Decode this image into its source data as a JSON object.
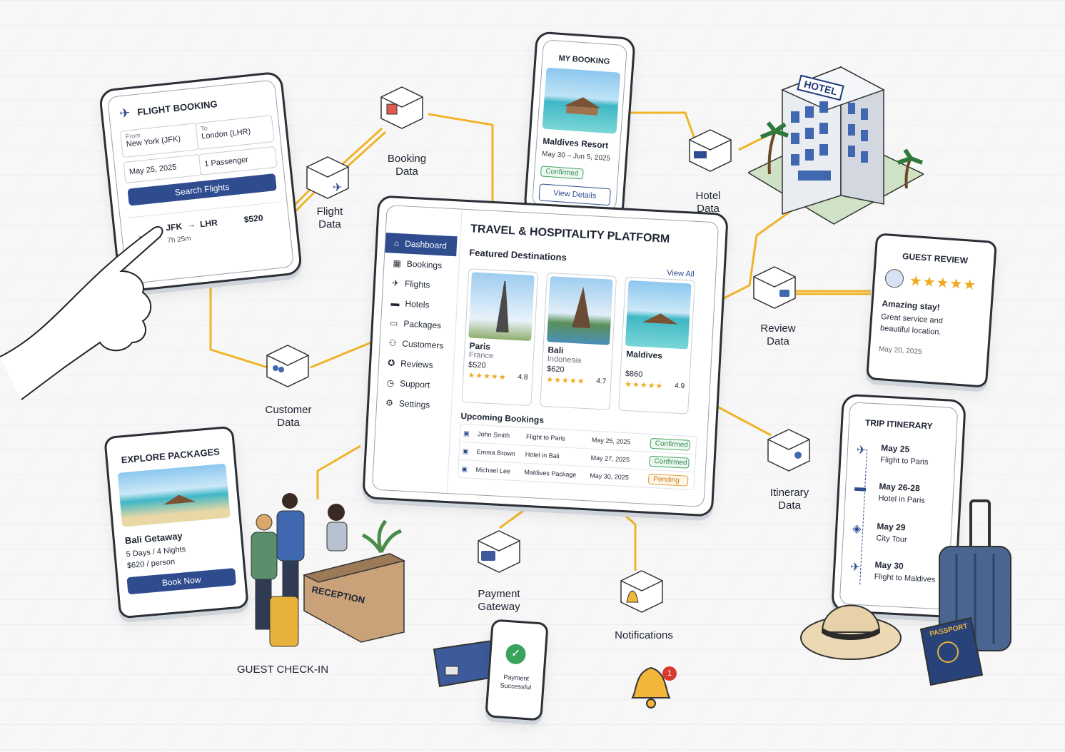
{
  "flight_booking": {
    "title": "FLIGHT BOOKING",
    "from_label": "From",
    "from_value": "New York (JFK)",
    "to_label": "To",
    "to_value": "London (LHR)",
    "date": "May 25, 2025",
    "passengers": "1 Passenger",
    "search_button": "Search Flights",
    "result_route_from": "JFK",
    "result_route_to": "LHR",
    "result_price": "$520",
    "result_duration": "7h 25m"
  },
  "my_booking": {
    "title": "MY BOOKING",
    "hotel": "Maldives Resort",
    "dates": "May 30 – Jun 5, 2025",
    "status": "Confirmed",
    "button": "View Details"
  },
  "hotel_sign": "HOTEL",
  "guest_review": {
    "title": "GUEST REVIEW",
    "stars": "★★★★★",
    "headline": "Amazing stay!",
    "body_line1": "Great service and",
    "body_line2": "beautiful location.",
    "date": "May 20, 2025"
  },
  "platform": {
    "title": "TRAVEL & HOSPITALITY PLATFORM",
    "sidebar": [
      {
        "label": "Dashboard",
        "icon": "⌂"
      },
      {
        "label": "Bookings",
        "icon": "▦"
      },
      {
        "label": "Flights",
        "icon": "✈"
      },
      {
        "label": "Hotels",
        "icon": "▬"
      },
      {
        "label": "Packages",
        "icon": "▭"
      },
      {
        "label": "Customers",
        "icon": "⚇"
      },
      {
        "label": "Reviews",
        "icon": "✪"
      },
      {
        "label": "Support",
        "icon": "◷"
      },
      {
        "label": "Settings",
        "icon": "⚙"
      }
    ],
    "featured_title": "Featured Destinations",
    "view_all": "View All",
    "destinations": [
      {
        "name": "Paris",
        "country": "France",
        "price": "$520",
        "rating": "4.8"
      },
      {
        "name": "Bali",
        "country": "Indonesia",
        "price": "$620",
        "rating": "4.7"
      },
      {
        "name": "Maldives",
        "country": "",
        "price": "$860",
        "rating": "4.9"
      }
    ],
    "upcoming_title": "Upcoming Bookings",
    "bookings": [
      {
        "name": "John Smith",
        "item": "Flight to Paris",
        "date": "May 25, 2025",
        "status": "Confirmed"
      },
      {
        "name": "Emma Brown",
        "item": "Hotel in Bali",
        "date": "May 27, 2025",
        "status": "Confirmed"
      },
      {
        "name": "Michael Lee",
        "item": "Maldives Package",
        "date": "May 30, 2025",
        "status": "Pending"
      }
    ]
  },
  "packages": {
    "title": "EXPLORE PACKAGES",
    "name": "Bali Getaway",
    "duration": "5 Days / 4 Nights",
    "price": "$620 / person",
    "button": "Book Now"
  },
  "itinerary": {
    "title": "TRIP ITINERARY",
    "items": [
      {
        "date": "May 25",
        "desc": "Flight to Paris"
      },
      {
        "date": "May 26-28",
        "desc": "Hotel in Paris"
      },
      {
        "date": "May 29",
        "desc": "City Tour"
      },
      {
        "date": "May 30",
        "desc": "Flight to Maldives"
      }
    ]
  },
  "nodes": {
    "booking_data_1": "Booking",
    "booking_data_2": "Data",
    "flight_data_1": "Flight",
    "flight_data_2": "Data",
    "hotel_data_1": "Hotel",
    "hotel_data_2": "Data",
    "review_data_1": "Review",
    "review_data_2": "Data",
    "customer_data_1": "Customer",
    "customer_data_2": "Data",
    "itinerary_data_1": "Itinerary",
    "itinerary_data_2": "Data",
    "payment_1": "Payment",
    "payment_2": "Gateway",
    "notifications": "Notifications"
  },
  "reception_sign": "RECEPTION",
  "guest_checkin": "GUEST CHECK-IN",
  "payment_phone": {
    "line1": "Payment",
    "line2": "Successful"
  },
  "notification_count": "1",
  "passport_label": "PASSPORT",
  "colors": {
    "accent": "#2f4c8f",
    "connector": "#f0b429",
    "confirmed": "#2e8b4c",
    "pending": "#c57a10",
    "star": "#f0a820"
  }
}
